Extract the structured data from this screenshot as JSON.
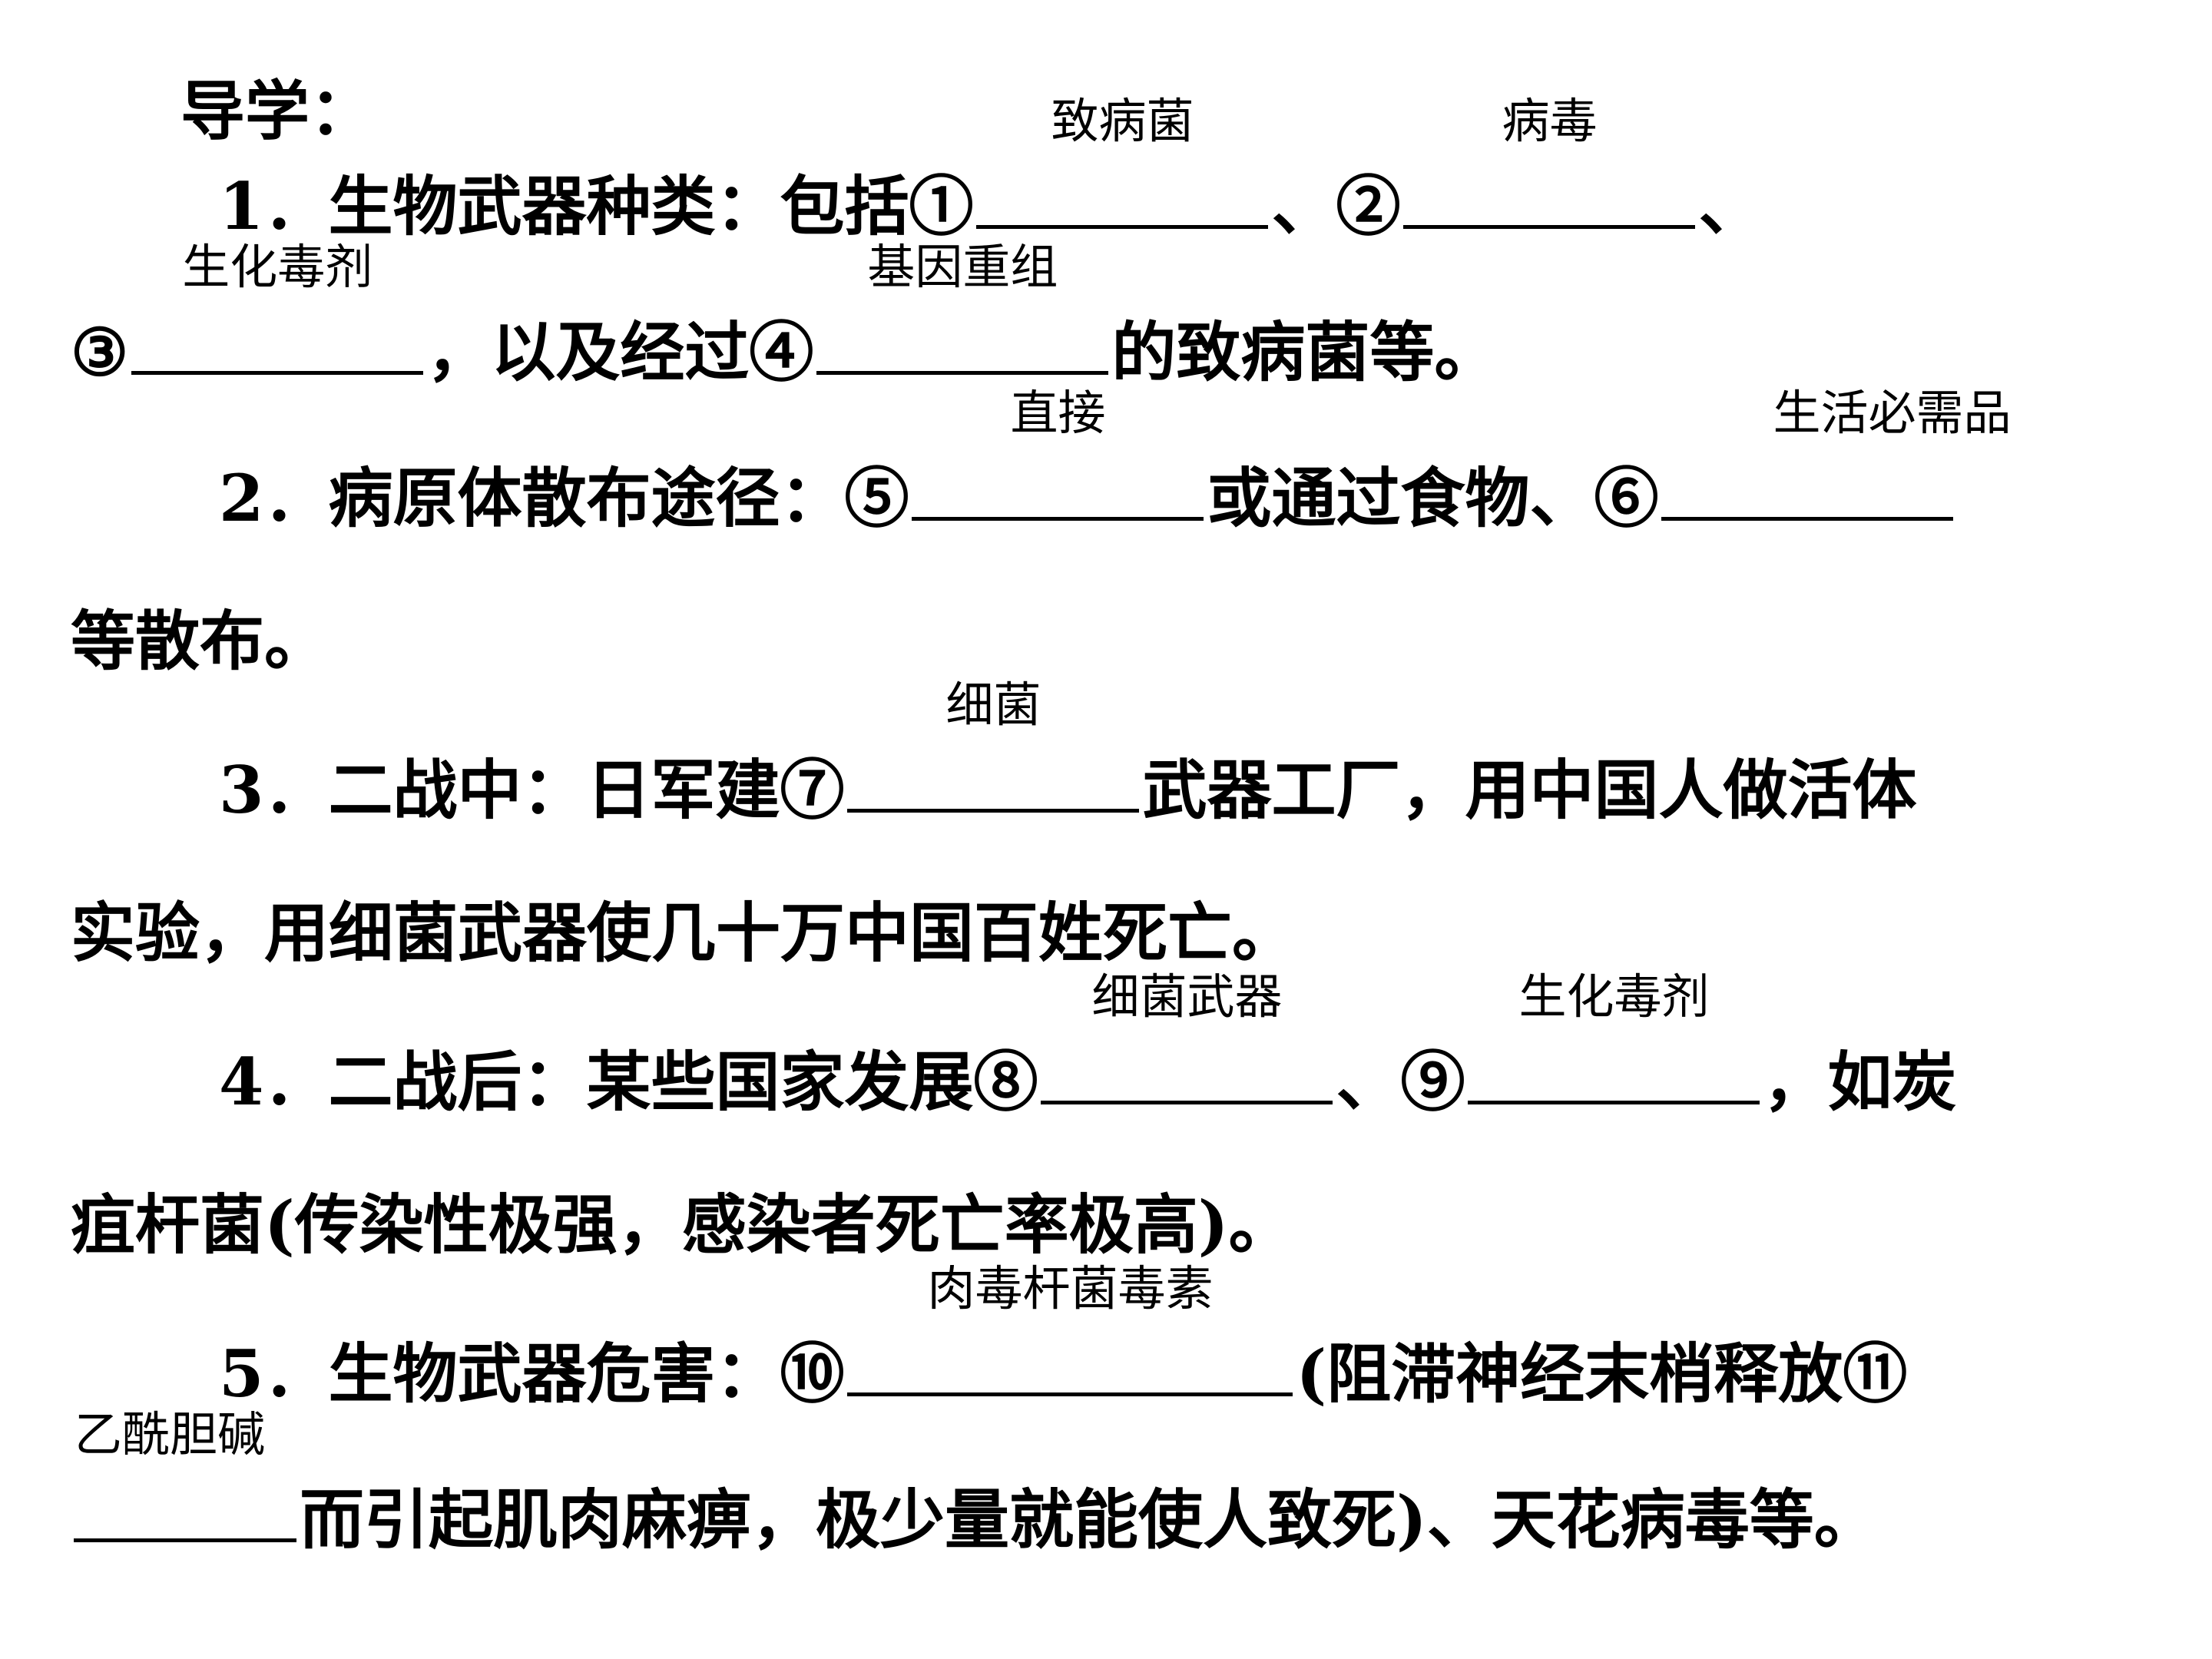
{
  "title": "导学：",
  "items": [
    {
      "l1_pre": "1．生物武器种类：包括①",
      "a1": "致病菌",
      "l1_mid": "、②",
      "a2": "病毒",
      "l1_end": "、",
      "l2_pre": "③",
      "a3": "生化毒剂",
      "l2_mid": "，以及经过④",
      "a4": "基因重组",
      "l2_end": "的致病菌等。"
    },
    {
      "l1_pre": "2．病原体散布途径：⑤",
      "a5": "直接",
      "l1_mid": "或通过食物、⑥",
      "a6": "生活必需品",
      "l2": "等散布。"
    },
    {
      "l1_pre": "3．二战中：日军建⑦",
      "a7": "细菌",
      "l1_end": "武器工厂，用中国人做活体",
      "l2": "实验，用细菌武器使几十万中国百姓死亡。"
    },
    {
      "l1_pre": "4．二战后：某些国家发展⑧",
      "a8": "细菌武器",
      "l1_mid": "、⑨",
      "a9": "生化毒剂",
      "l1_end": "，如炭",
      "l2": "疽杆菌(传染性极强，感染者死亡率极高)。"
    },
    {
      "l1_pre": "5．生物武器危害：⑩",
      "a10": "肉毒杆菌毒素",
      "l1_end": "(阻滞神经末梢释放⑪",
      "a11": "乙酰胆碱",
      "l2_end": "而引起肌肉麻痹，极少量就能使人致死)、天花病毒等。"
    }
  ]
}
